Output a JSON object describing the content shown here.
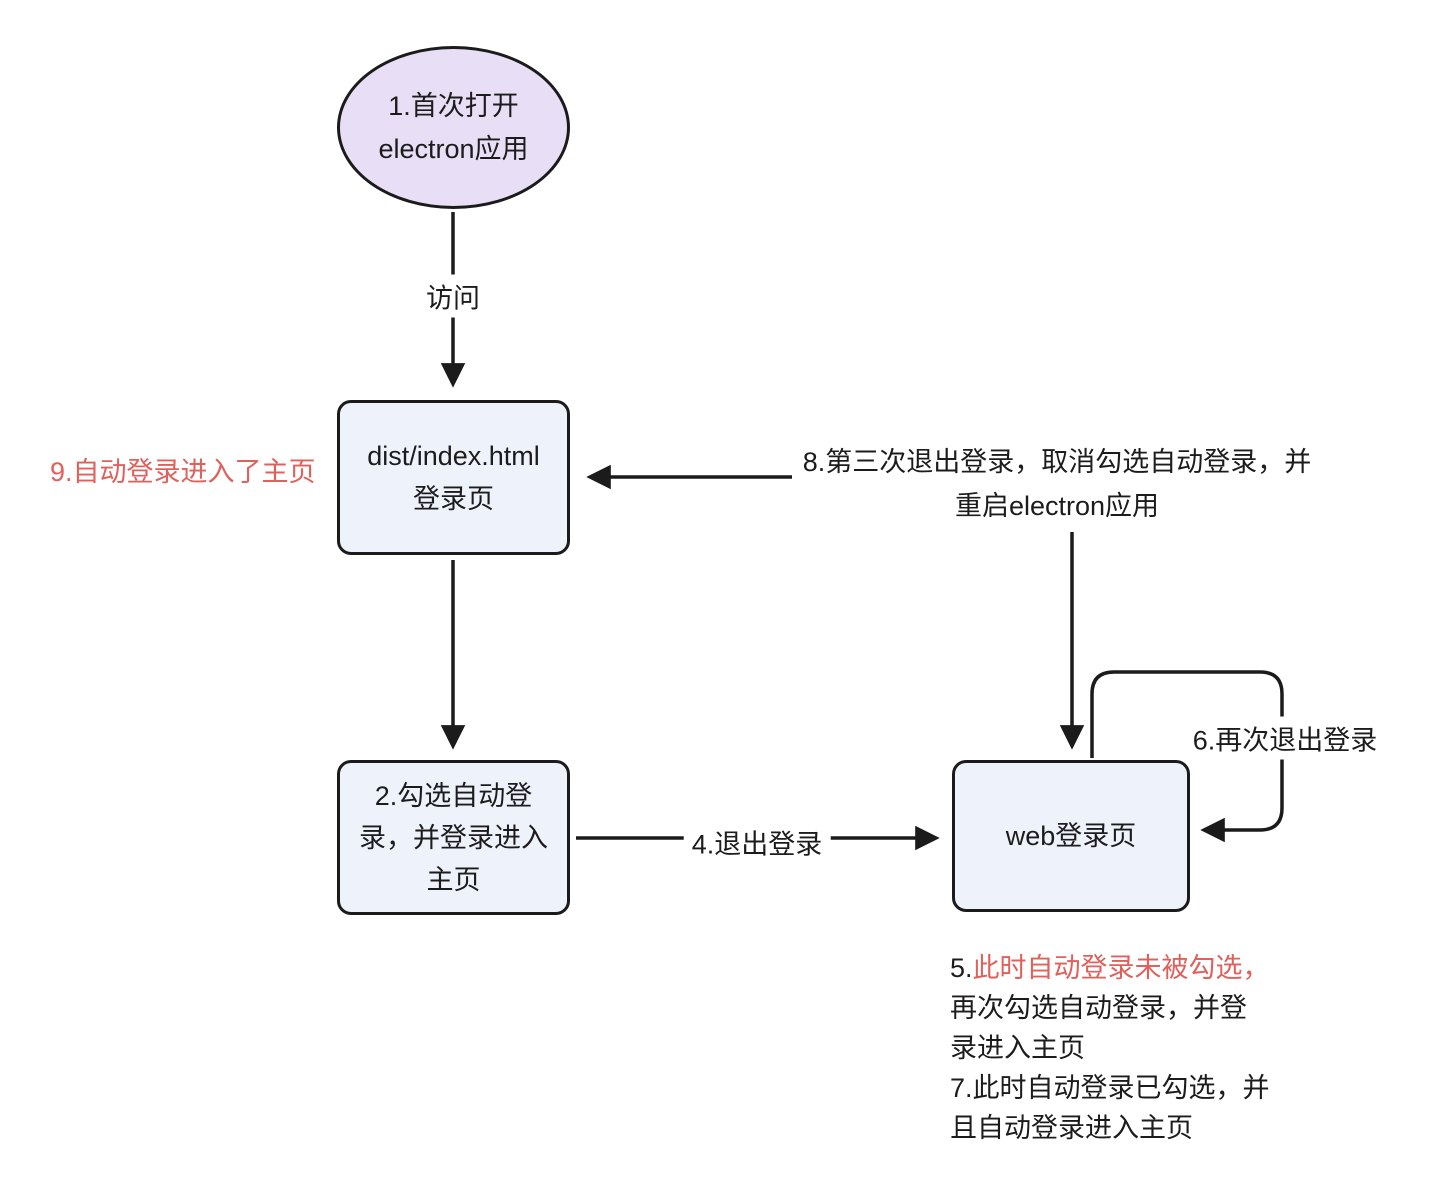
{
  "diagram": {
    "nodes": {
      "start": {
        "line1": "1.首次打开",
        "line2": "electron应用"
      },
      "dist_login": {
        "line1": "dist/index.html",
        "line2": "登录页"
      },
      "check_auto": {
        "line1": "2.勾选自动登",
        "line2": "录，并登录进入",
        "line3": "主页"
      },
      "web_login": {
        "label": "web登录页"
      }
    },
    "edges": {
      "visit": {
        "label": "访问"
      },
      "logout_4": {
        "label": "4.退出登录"
      },
      "logout_6": {
        "label": "6.再次退出登录"
      },
      "step_8": {
        "line1": "8.第三次退出登录，取消勾选自动登录，并",
        "line2": "重启electron应用"
      }
    },
    "annotations": {
      "step_9": "9.自动登录进入了主页",
      "step_5_prefix": "5.",
      "step_5_red": "此时自动登录未被勾选，",
      "step_5_line2": "再次勾选自动登录，并登",
      "step_5_line3": "录进入主页",
      "step_7_line1": "7.此时自动登录已勾选，并",
      "step_7_line2": "且自动登录进入主页"
    },
    "colors": {
      "start_node_fill": "#e8def6",
      "box_node_fill": "#eef2fb",
      "stroke": "#1b1b1b",
      "red_text": "#e0605c",
      "background": "#ffffff"
    }
  }
}
